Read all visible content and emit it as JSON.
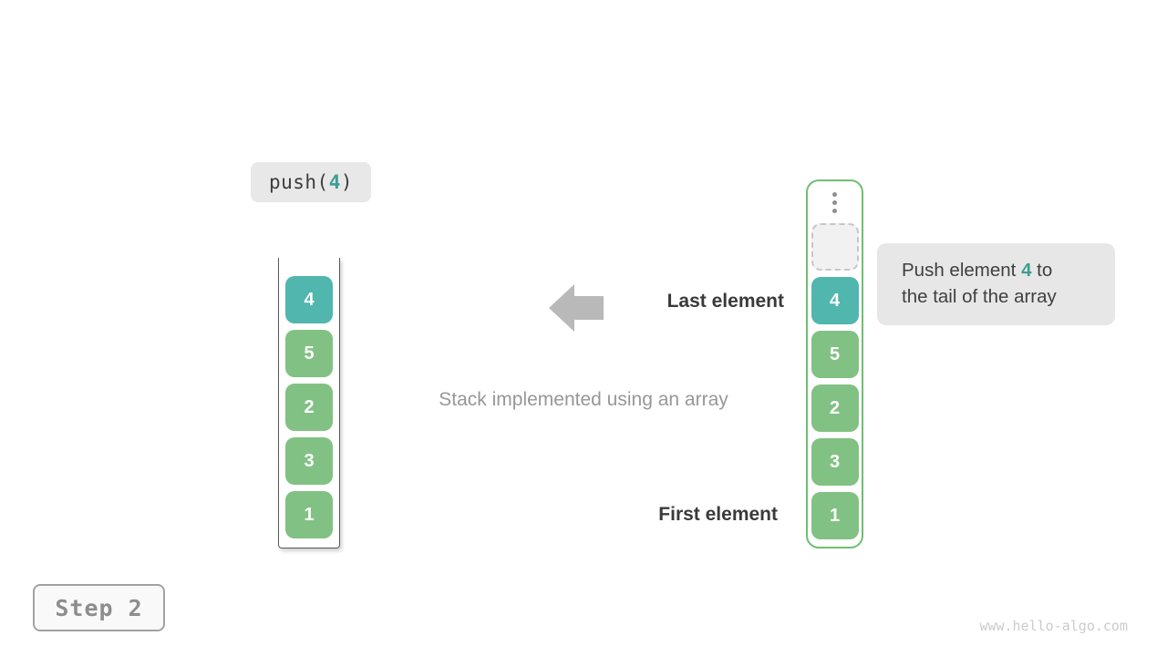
{
  "push_call": {
    "prefix": "push(",
    "value": "4",
    "suffix": ")"
  },
  "left_stack": {
    "values": [
      "4",
      "5",
      "2",
      "3",
      "1"
    ],
    "highlight_index": 0
  },
  "right_stack": {
    "values": [
      "4",
      "5",
      "2",
      "3",
      "1"
    ],
    "highlight_index": 0
  },
  "annotations": {
    "last_element": "Last element",
    "first_element": "First element",
    "caption": "Stack implemented using an array"
  },
  "callout": {
    "line1_before": "Push element ",
    "line1_value": "4",
    "line1_after": " to",
    "line2": "the tail of the array"
  },
  "step": {
    "label": "Step 2"
  },
  "watermark": "www.hello-algo.com",
  "colors": {
    "teal": "#50b6ae",
    "teal_text": "#3d9e94",
    "green": "#82c184",
    "container_green": "#6fbf72",
    "arrow": "#b9b9b9"
  }
}
